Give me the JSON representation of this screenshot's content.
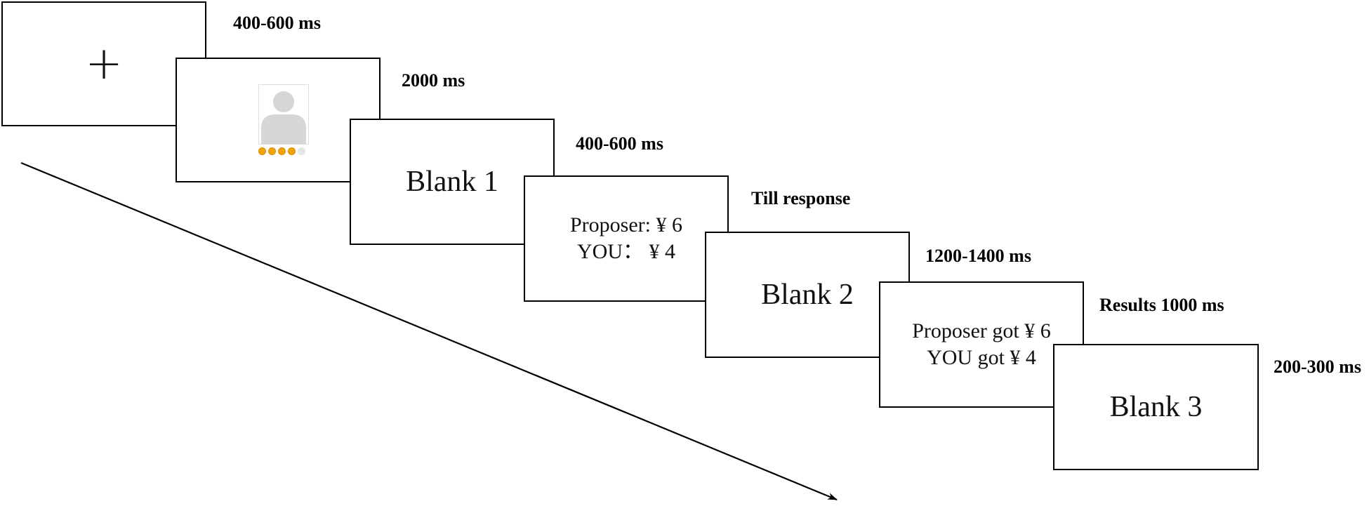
{
  "sequence": {
    "fixation": {
      "symbol": "+",
      "duration": "400-600 ms"
    },
    "face_screen": {
      "icon": "person-silhouette-icon",
      "rating": {
        "filled": 4,
        "total": 5,
        "color": "#f0a30a",
        "empty_color": "#e6e6e6"
      },
      "duration": "2000 ms"
    },
    "blank1": {
      "label": "Blank 1",
      "duration": "400-600 ms"
    },
    "offer": {
      "line1": "Proposer: ¥ 6",
      "line2": "YOU： ¥ 4",
      "duration": "Till response"
    },
    "blank2": {
      "label": "Blank 2",
      "duration": "1200-1400 ms"
    },
    "results": {
      "line1": "Proposer got ¥ 6",
      "line2": "YOU got ¥ 4",
      "duration": "Results 1000 ms"
    },
    "blank3": {
      "label": "Blank 3",
      "duration": "200-300 ms"
    }
  },
  "colors": {
    "border": "#000000",
    "silhouette": "#d6d6d6"
  }
}
